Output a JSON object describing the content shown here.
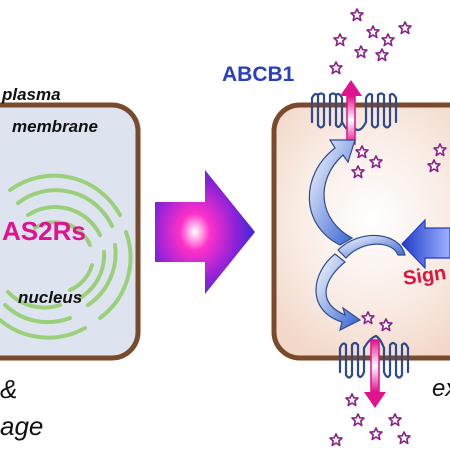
{
  "labels": {
    "plasma_line1": "plasma",
    "plasma_line2": "membrane",
    "receptors": "AS2Rs",
    "nucleus": "nucleus",
    "ampersand": "&",
    "bottom_left": "age",
    "transporter": "ABCB1",
    "signal": "Sign",
    "bottom_right_fragment": "ex"
  },
  "colors": {
    "cell_left_fill": "#dde4f0",
    "cell_right_fill": "#f6e2d8",
    "membrane": "#7a4a2c",
    "er": "#9bd07a",
    "magenta": "#e0128c",
    "blue_label": "#2a3fbf",
    "signal_red": "#e0133f",
    "transporter": "#2f4a8c",
    "star": "#8a1c8a"
  }
}
